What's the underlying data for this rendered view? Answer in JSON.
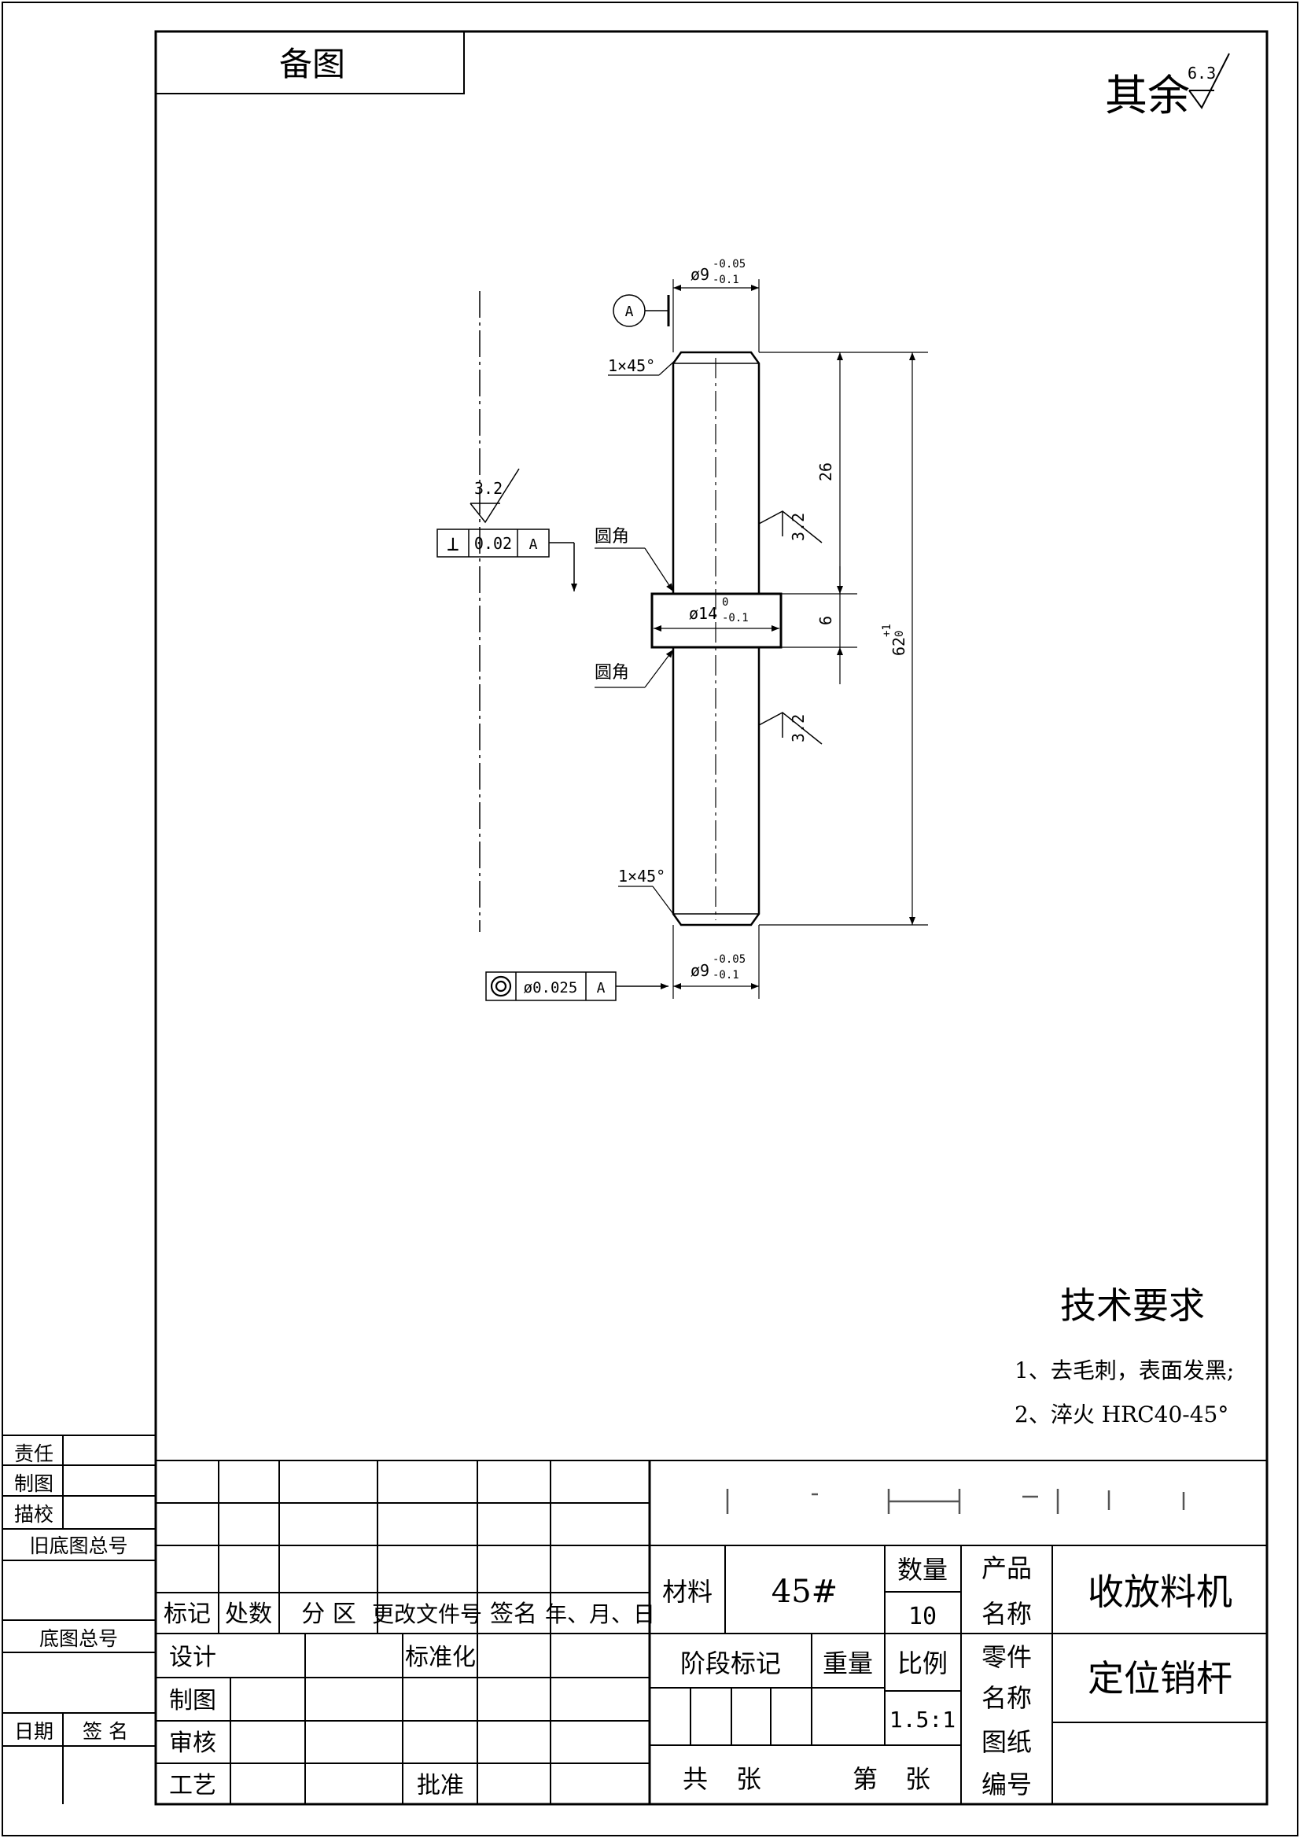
{
  "corner_label": "备图",
  "roughness_default": {
    "prefix": "其余",
    "value": "6.3"
  },
  "datum": {
    "letter": "A"
  },
  "dims": {
    "top_dia": "ø9",
    "top_dia_upper": "-0.05",
    "top_dia_lower": "-0.1",
    "chamfer_top": "1×45°",
    "chamfer_bottom": "1×45°",
    "len_26": "26",
    "len_6": "6",
    "len_total": "62",
    "len_total_upper": "+1",
    "len_total_lower": "0",
    "collar_dia": "ø14",
    "collar_upper": "0",
    "collar_lower": "-0.1",
    "bottom_dia": "ø9",
    "bottom_dia_upper": "-0.05",
    "bottom_dia_lower": "-0.1",
    "fillet_top": "圆角",
    "fillet_bottom": "圆角",
    "rough_shaft_1": "3.2",
    "rough_shaft_2": "3.2",
    "rough_perp": "3.2"
  },
  "gdt": {
    "perp": {
      "symbol": "⊥",
      "value": "0.02",
      "datum": "A"
    },
    "conc": {
      "symbol": "◎",
      "value": "ø0.025",
      "datum": "A"
    }
  },
  "tech": {
    "title": "技术要求",
    "items": [
      "1、去毛刺，表面发黑;",
      "2、淬火 HRC40-45°"
    ]
  },
  "left_block": {
    "resp": "责任",
    "draw": "制图",
    "trace": "描校",
    "old_base": "旧底图总号",
    "base": "底图总号",
    "date": "日期",
    "sign": "签 名"
  },
  "revision": {
    "headers": [
      "标记",
      "处数",
      "分 区",
      "更改文件号",
      "签名",
      "年、月、日"
    ],
    "design": "设计",
    "standard": "标准化",
    "drawing": "制图",
    "review": "审核",
    "process": "工艺",
    "approve": "批准"
  },
  "title_block": {
    "material_label": "材料",
    "material": "45#",
    "qty_label": "数量",
    "qty": "10",
    "product_label_1": "产品",
    "product_label_2": "名称",
    "product_name": "收放料机",
    "stage_label": "阶段标记",
    "weight_label": "重量",
    "scale_label": "比例",
    "scale": "1.5:1",
    "part_label_1": "零件",
    "part_label_2": "名称",
    "part_name": "定位销杆",
    "drawing_no_label_1": "图纸",
    "drawing_no_label_2": "编号",
    "sheets_total": "共",
    "sheets_unit": "张",
    "sheet_no": "第",
    "sheet_no_unit": "张"
  }
}
